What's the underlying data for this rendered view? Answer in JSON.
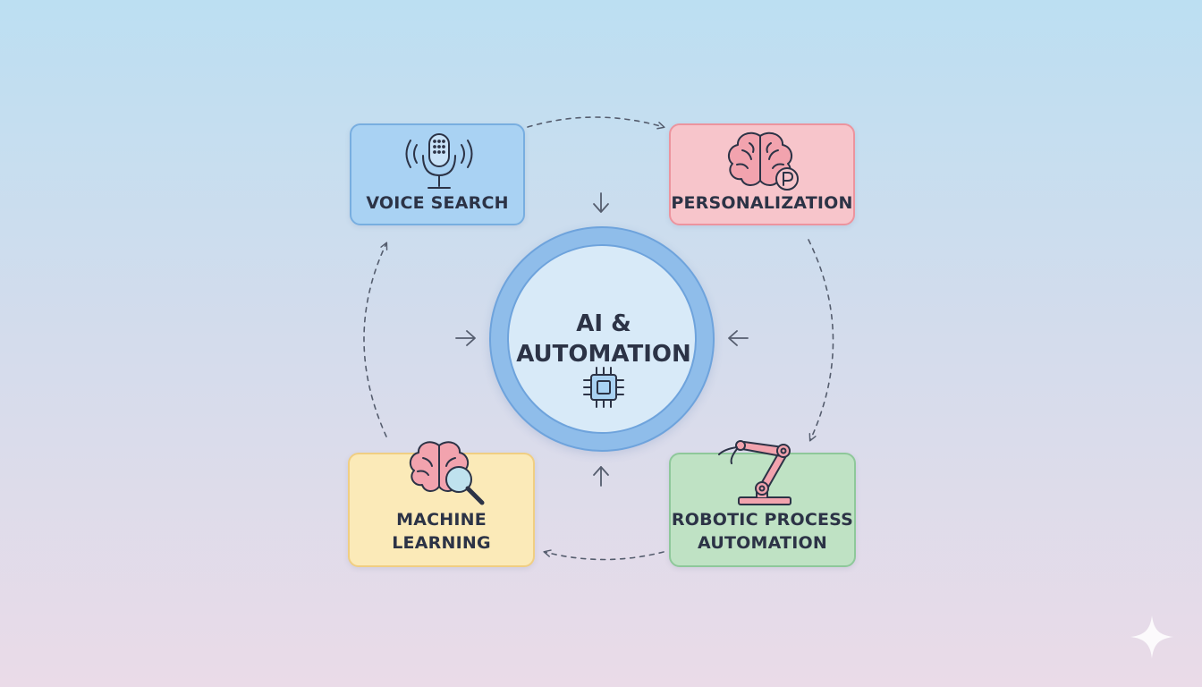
{
  "hub": {
    "title": "AI &\nAUTOMATION",
    "icon": "microchip-icon"
  },
  "nodes": [
    {
      "label": "VOICE SEARCH",
      "icon": "microphone-icon",
      "color": "#a9d2f3"
    },
    {
      "label": "PERSONALIZATION",
      "icon": "brain-p-icon",
      "color": "#f7c5cb"
    },
    {
      "label": "MACHINE\nLEARNING",
      "icon": "brain-magnifier-icon",
      "color": "#fbeab8"
    },
    {
      "label": "ROBOTIC PROCESS\nAUTOMATION",
      "icon": "robotic-arm-icon",
      "color": "#bfe2c4"
    }
  ],
  "colors": {
    "hub_ring": "#8fbdea",
    "hub_core": "#d8eaf8",
    "connector": "#555d6e",
    "text": "#2c3346"
  }
}
